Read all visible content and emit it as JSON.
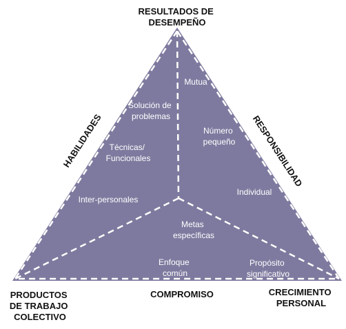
{
  "colors": {
    "triangle_fill": "#7e7a9f",
    "dash_stroke": "#ffffff",
    "label_dark": "#111111",
    "label_light": "#ffffff"
  },
  "corners": {
    "top": [
      "RESULTADOS DE",
      "DESEMPEÑO"
    ],
    "bottom_left": [
      "PRODUCTOS",
      "DE TRABAJO",
      "COLECTIVO"
    ],
    "bottom_right": [
      "CRECIMIENTO",
      "PERSONAL"
    ]
  },
  "sides": {
    "left": "HABILIDADES",
    "right": "RESPONSIBILIDAD",
    "bottom": "COMPROMISO"
  },
  "habilidades_items": [
    [
      "Solución de",
      "problemas"
    ],
    [
      "Técnicas/",
      "Funcionales"
    ],
    [
      "Inter-personales"
    ]
  ],
  "responsabilidad_items": [
    [
      "Mutua"
    ],
    [
      "Número",
      "pequeño"
    ],
    [
      "Individual"
    ]
  ],
  "compromiso_items": [
    [
      "Metas",
      "específicas"
    ],
    [
      "Enfoque",
      "común"
    ],
    [
      "Propósito",
      "significativo"
    ]
  ]
}
